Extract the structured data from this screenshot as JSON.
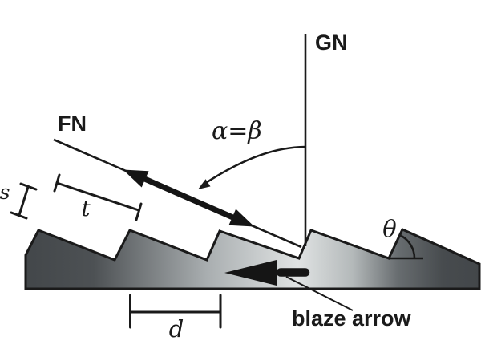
{
  "figure": {
    "type": "blazed-diffraction-grating-geometry-diagram",
    "labels": {
      "grating_normal": "GN",
      "facet_normal": "FN",
      "alpha_equals_beta": "α=β",
      "blaze_angle": "θ",
      "step_height": "s",
      "facet_length": "t",
      "groove_spacing": "d",
      "blaze_arrow": "blaze arrow"
    },
    "colors": {
      "background": "#ffffff",
      "line_and_text": "#1a1a1a",
      "arrow_fill": "#151515",
      "grating_dark": "#43474a",
      "grating_mid": "#a9aeb0",
      "grating_light": "#e0e3e3"
    }
  }
}
